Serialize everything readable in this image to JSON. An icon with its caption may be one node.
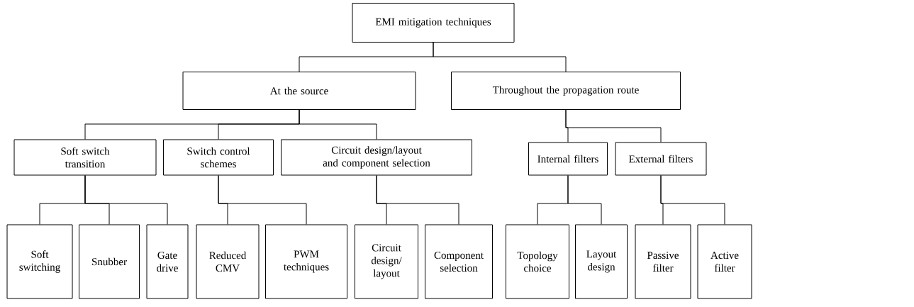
{
  "diagram": {
    "nodes": [
      {
        "text": [
          "EMI mitigation techniques"
        ]
      },
      {
        "text": [
          "At the source"
        ]
      },
      {
        "text": [
          "Throughout the propagation route"
        ]
      },
      {
        "text": [
          "Soft switch transition"
        ]
      },
      {
        "text": [
          "Switch control schemes"
        ]
      },
      {
        "text": [
          "Circuit design/layout and component selection"
        ]
      },
      {
        "text": [
          "Internal filters"
        ]
      },
      {
        "text": [
          "External filters"
        ]
      },
      {
        "text": [
          "Soft switching"
        ]
      },
      {
        "text": [
          "Snubber"
        ]
      },
      {
        "text": [
          "Gate drive"
        ]
      },
      {
        "text": [
          "Reduced CMV"
        ]
      },
      {
        "text": [
          "PWM techniques"
        ]
      },
      {
        "text": [
          "Circuit design/ layout"
        ]
      },
      {
        "text": [
          "Component selection"
        ]
      },
      {
        "text": [
          "Topology choice"
        ]
      },
      {
        "text": [
          "Layout design"
        ]
      },
      {
        "text": [
          "Passive filter"
        ]
      },
      {
        "text": [
          "Active filter"
        ]
      }
    ],
    "edges": [
      {
        "from": 0,
        "to": 1,
        "arrow": "none"
      },
      {
        "from": 0,
        "to": 2,
        "arrow": "none"
      },
      {
        "from": 1,
        "to": 3,
        "arrow": "none"
      },
      {
        "from": 1,
        "to": 4,
        "arrow": "none"
      },
      {
        "from": 1,
        "to": 5,
        "arrow": "none"
      },
      {
        "from": 2,
        "to": 6,
        "arrow": "none"
      },
      {
        "from": 2,
        "to": 7,
        "arrow": "none"
      },
      {
        "from": 3,
        "to": 8,
        "arrow": "none"
      },
      {
        "from": 3,
        "to": 9,
        "arrow": "none"
      },
      {
        "from": 3,
        "to": 10,
        "arrow": "none"
      },
      {
        "from": 4,
        "to": 11,
        "arrow": "none"
      },
      {
        "from": 4,
        "to": 12,
        "arrow": "none"
      },
      {
        "from": 5,
        "to": 13,
        "arrow": "none"
      },
      {
        "from": 5,
        "to": 14,
        "arrow": "none"
      },
      {
        "from": 6,
        "to": 15,
        "arrow": "none"
      },
      {
        "from": 6,
        "to": 16,
        "arrow": "none"
      },
      {
        "from": 7,
        "to": 17,
        "arrow": "none"
      },
      {
        "from": 7,
        "to": 18,
        "arrow": "none"
      }
    ]
  }
}
